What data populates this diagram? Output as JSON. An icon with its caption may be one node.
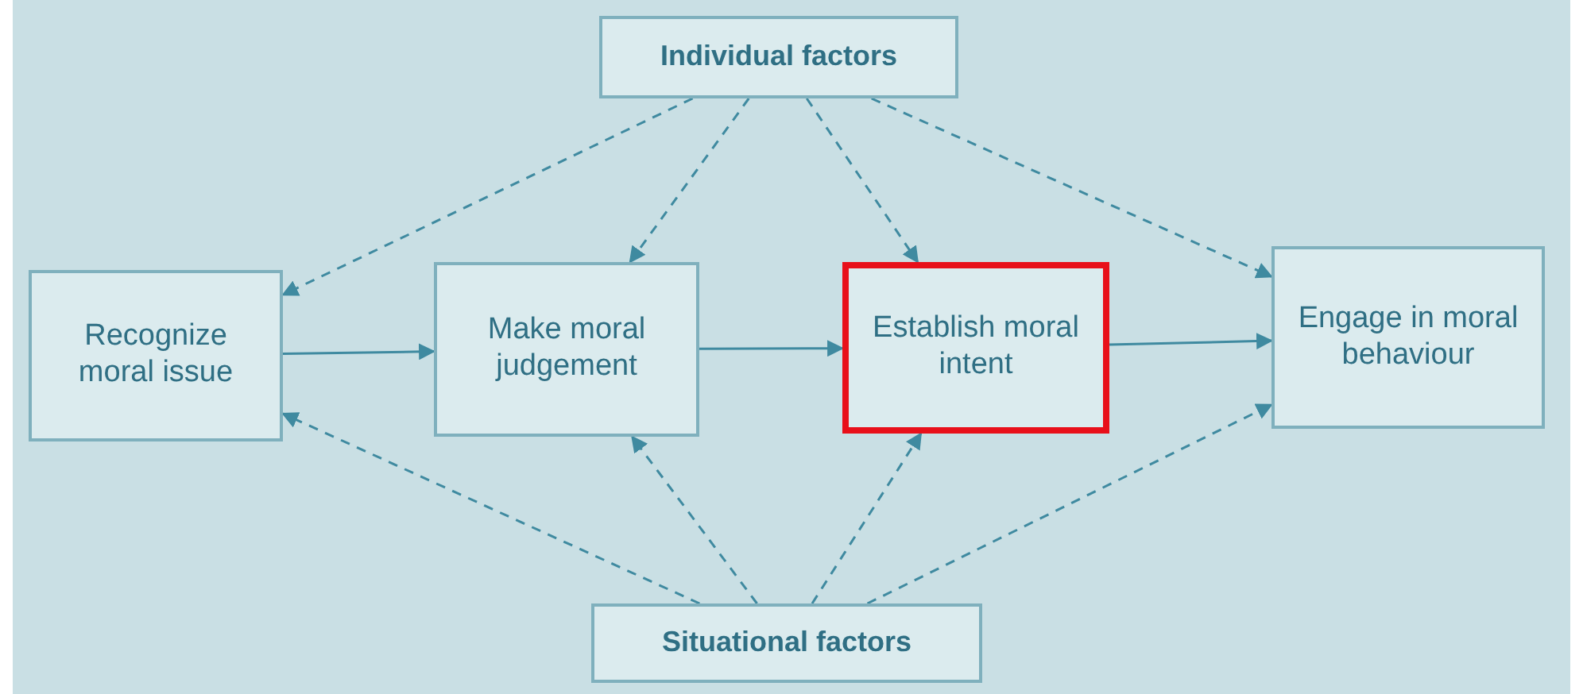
{
  "diagram": {
    "nodes": [
      {
        "text": [
          "Individual factors"
        ]
      },
      {
        "text": [
          "Recognize moral issue"
        ]
      },
      {
        "text": [
          "Make moral judgement"
        ]
      },
      {
        "text": [
          "Establish moral intent"
        ]
      },
      {
        "text": [
          "Engage in moral behaviour"
        ]
      },
      {
        "text": [
          "Situational factors"
        ]
      }
    ],
    "edges": [
      {
        "from": 0,
        "to": 1,
        "arrow": "to",
        "style": "dashed"
      },
      {
        "from": 0,
        "to": 2,
        "arrow": "to",
        "style": "dashed"
      },
      {
        "from": 0,
        "to": 3,
        "arrow": "to",
        "style": "dashed"
      },
      {
        "from": 0,
        "to": 4,
        "arrow": "to",
        "style": "dashed"
      },
      {
        "from": 1,
        "to": 2,
        "arrow": "to"
      },
      {
        "from": 2,
        "to": 3,
        "arrow": "to"
      },
      {
        "from": 3,
        "to": 4,
        "arrow": "to"
      },
      {
        "from": 5,
        "to": 1,
        "arrow": "to",
        "style": "dashed"
      },
      {
        "from": 5,
        "to": 2,
        "arrow": "to",
        "style": "dashed"
      },
      {
        "from": 5,
        "to": 3,
        "arrow": "to",
        "style": "dashed"
      },
      {
        "from": 5,
        "to": 4,
        "arrow": "to",
        "style": "dashed"
      }
    ]
  }
}
